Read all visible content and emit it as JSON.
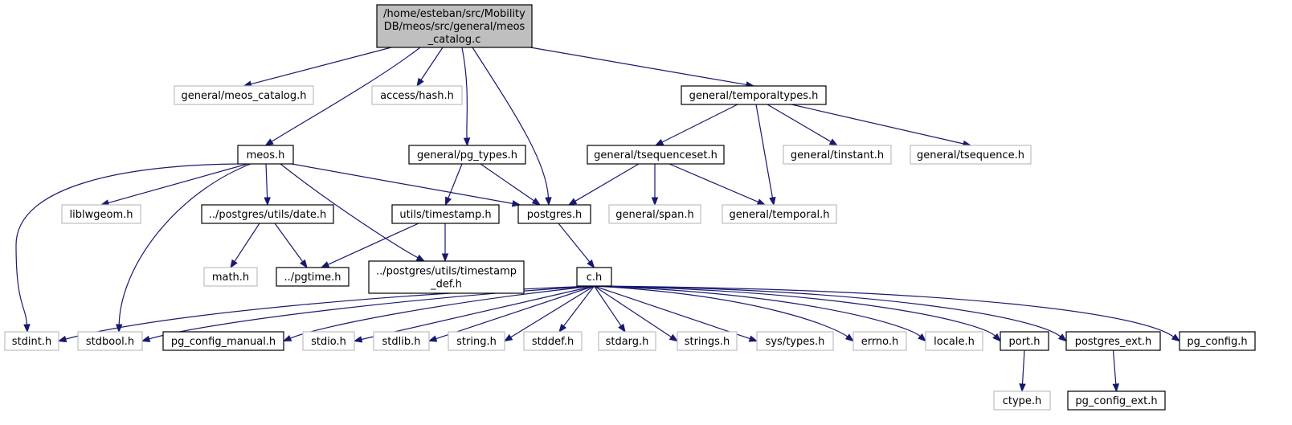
{
  "diagram": {
    "type": "include-dependency-graph",
    "colors": {
      "edge": "#191970",
      "node_border_local": "#000000",
      "node_border_external": "#bfbfbf",
      "root_fill": "#bfbfbf",
      "node_fill": "#ffffff"
    },
    "nodes": [
      {
        "id": "root",
        "lines": [
          "/home/esteban/src/Mobility",
          "DB/meos/src/general/meos",
          "_catalog.c"
        ],
        "kind": "root"
      },
      {
        "id": "meos_catalog_h",
        "lines": [
          "general/meos_catalog.h"
        ],
        "kind": "external"
      },
      {
        "id": "access_hash_h",
        "lines": [
          "access/hash.h"
        ],
        "kind": "external"
      },
      {
        "id": "temporaltypes_h",
        "lines": [
          "general/temporaltypes.h"
        ],
        "kind": "local"
      },
      {
        "id": "meos_h",
        "lines": [
          "meos.h"
        ],
        "kind": "local"
      },
      {
        "id": "pg_types_h",
        "lines": [
          "general/pg_types.h"
        ],
        "kind": "local"
      },
      {
        "id": "tsequenceset_h",
        "lines": [
          "general/tsequenceset.h"
        ],
        "kind": "local"
      },
      {
        "id": "tinstant_h",
        "lines": [
          "general/tinstant.h"
        ],
        "kind": "external"
      },
      {
        "id": "tsequence_h",
        "lines": [
          "general/tsequence.h"
        ],
        "kind": "external"
      },
      {
        "id": "liblwgeom_h",
        "lines": [
          "liblwgeom.h"
        ],
        "kind": "external"
      },
      {
        "id": "date_h",
        "lines": [
          "../postgres/utils/date.h"
        ],
        "kind": "local"
      },
      {
        "id": "timestamp_h",
        "lines": [
          "utils/timestamp.h"
        ],
        "kind": "local"
      },
      {
        "id": "postgres_h",
        "lines": [
          "postgres.h"
        ],
        "kind": "local"
      },
      {
        "id": "span_h",
        "lines": [
          "general/span.h"
        ],
        "kind": "external"
      },
      {
        "id": "temporal_h",
        "lines": [
          "general/temporal.h"
        ],
        "kind": "external"
      },
      {
        "id": "math_h",
        "lines": [
          "math.h"
        ],
        "kind": "external"
      },
      {
        "id": "pgtime_h",
        "lines": [
          "../pgtime.h"
        ],
        "kind": "local"
      },
      {
        "id": "timestamp_def_h",
        "lines": [
          "../postgres/utils/timestamp",
          "_def.h"
        ],
        "kind": "local"
      },
      {
        "id": "c_h",
        "lines": [
          "c.h"
        ],
        "kind": "local"
      },
      {
        "id": "stdint_h",
        "lines": [
          "stdint.h"
        ],
        "kind": "external"
      },
      {
        "id": "stdbool_h",
        "lines": [
          "stdbool.h"
        ],
        "kind": "external"
      },
      {
        "id": "pg_config_manual_h",
        "lines": [
          "pg_config_manual.h"
        ],
        "kind": "local"
      },
      {
        "id": "stdio_h",
        "lines": [
          "stdio.h"
        ],
        "kind": "external"
      },
      {
        "id": "stdlib_h",
        "lines": [
          "stdlib.h"
        ],
        "kind": "external"
      },
      {
        "id": "string_h",
        "lines": [
          "string.h"
        ],
        "kind": "external"
      },
      {
        "id": "stddef_h",
        "lines": [
          "stddef.h"
        ],
        "kind": "external"
      },
      {
        "id": "stdarg_h",
        "lines": [
          "stdarg.h"
        ],
        "kind": "external"
      },
      {
        "id": "strings_h",
        "lines": [
          "strings.h"
        ],
        "kind": "external"
      },
      {
        "id": "sys_types_h",
        "lines": [
          "sys/types.h"
        ],
        "kind": "external"
      },
      {
        "id": "errno_h",
        "lines": [
          "errno.h"
        ],
        "kind": "external"
      },
      {
        "id": "locale_h",
        "lines": [
          "locale.h"
        ],
        "kind": "external"
      },
      {
        "id": "port_h",
        "lines": [
          "port.h"
        ],
        "kind": "local"
      },
      {
        "id": "postgres_ext_h",
        "lines": [
          "postgres_ext.h"
        ],
        "kind": "local"
      },
      {
        "id": "pg_config_h",
        "lines": [
          "pg_config.h"
        ],
        "kind": "local"
      },
      {
        "id": "ctype_h",
        "lines": [
          "ctype.h"
        ],
        "kind": "external"
      },
      {
        "id": "pg_config_ext_h",
        "lines": [
          "pg_config_ext.h"
        ],
        "kind": "local"
      }
    ],
    "edges": [
      [
        "root",
        "meos_catalog_h"
      ],
      [
        "root",
        "meos_h"
      ],
      [
        "root",
        "access_hash_h"
      ],
      [
        "root",
        "pg_types_h"
      ],
      [
        "root",
        "postgres_h"
      ],
      [
        "root",
        "temporaltypes_h"
      ],
      [
        "temporaltypes_h",
        "tsequenceset_h"
      ],
      [
        "temporaltypes_h",
        "temporal_h"
      ],
      [
        "temporaltypes_h",
        "tinstant_h"
      ],
      [
        "temporaltypes_h",
        "tsequence_h"
      ],
      [
        "meos_h",
        "stdint_h"
      ],
      [
        "meos_h",
        "liblwgeom_h"
      ],
      [
        "meos_h",
        "stdbool_h"
      ],
      [
        "meos_h",
        "date_h"
      ],
      [
        "meos_h",
        "timestamp_def_h"
      ],
      [
        "meos_h",
        "postgres_h"
      ],
      [
        "pg_types_h",
        "timestamp_h"
      ],
      [
        "pg_types_h",
        "postgres_h"
      ],
      [
        "tsequenceset_h",
        "postgres_h"
      ],
      [
        "tsequenceset_h",
        "span_h"
      ],
      [
        "tsequenceset_h",
        "temporal_h"
      ],
      [
        "date_h",
        "math_h"
      ],
      [
        "date_h",
        "pgtime_h"
      ],
      [
        "timestamp_h",
        "pgtime_h"
      ],
      [
        "timestamp_h",
        "timestamp_def_h"
      ],
      [
        "postgres_h",
        "c_h"
      ],
      [
        "c_h",
        "stdint_h"
      ],
      [
        "c_h",
        "stdbool_h"
      ],
      [
        "c_h",
        "pg_config_manual_h"
      ],
      [
        "c_h",
        "stdio_h"
      ],
      [
        "c_h",
        "stdlib_h"
      ],
      [
        "c_h",
        "string_h"
      ],
      [
        "c_h",
        "stddef_h"
      ],
      [
        "c_h",
        "stdarg_h"
      ],
      [
        "c_h",
        "strings_h"
      ],
      [
        "c_h",
        "sys_types_h"
      ],
      [
        "c_h",
        "errno_h"
      ],
      [
        "c_h",
        "locale_h"
      ],
      [
        "c_h",
        "port_h"
      ],
      [
        "c_h",
        "postgres_ext_h"
      ],
      [
        "c_h",
        "pg_config_h"
      ],
      [
        "port_h",
        "ctype_h"
      ],
      [
        "postgres_ext_h",
        "pg_config_ext_h"
      ]
    ]
  }
}
